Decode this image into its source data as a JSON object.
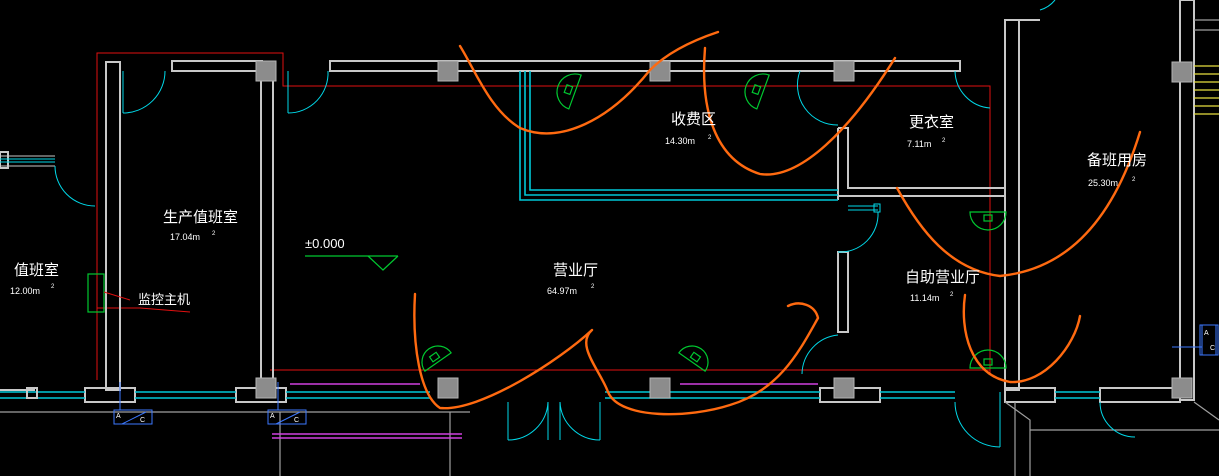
{
  "rooms": {
    "duty_room": {
      "name": "值班室",
      "area": "12.00m",
      "unit_sup": "2"
    },
    "production_duty_room": {
      "name": "生产值班室",
      "area": "17.04m",
      "unit_sup": "2"
    },
    "business_hall": {
      "name": "营业厅",
      "area": "64.97m",
      "unit_sup": "2"
    },
    "fee_area": {
      "name": "收费区",
      "area": "14.30m",
      "unit_sup": "2"
    },
    "locker_room": {
      "name": "更衣室",
      "area": "7.11m",
      "unit_sup": "2"
    },
    "self_service_hall": {
      "name": "自助营业厅",
      "area": "11.14m",
      "unit_sup": "2"
    },
    "standby_room": {
      "name": "备班用房",
      "area": "25.30m",
      "unit_sup": "2"
    }
  },
  "labels": {
    "monitor_host": "监控主机",
    "level_mark": "±0.000"
  },
  "section_tags": [
    {
      "letter": "A",
      "sub": "C"
    },
    {
      "letter": "A",
      "sub": "C"
    },
    {
      "letter": "A",
      "sub": "C"
    }
  ],
  "colors": {
    "background": "#000000",
    "walls": "#c8c8c8",
    "boundary": "#e01010",
    "glazing": "#00d8e8",
    "markup": "#ff6a10",
    "devices": "#00c830"
  }
}
